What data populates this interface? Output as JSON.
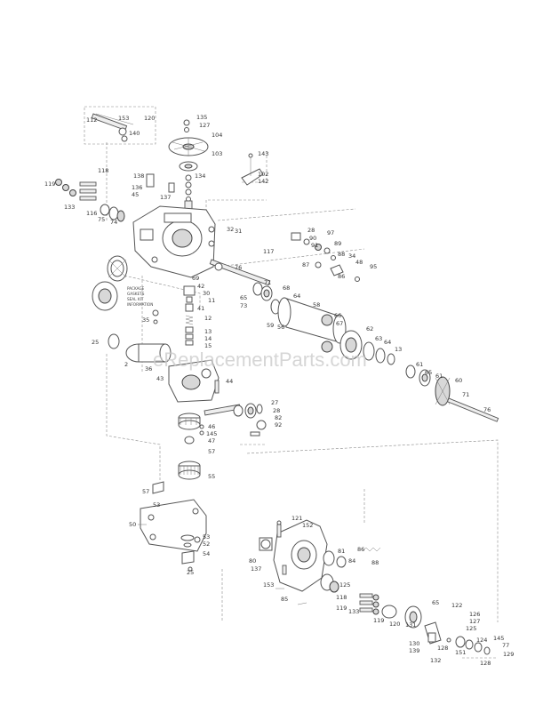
{
  "watermark": "eReplacementParts.com",
  "assembly_note": [
    "PACKAGE",
    "GASKETS",
    "SEAL KIT",
    "INFORMATION"
  ],
  "callouts": {
    "c1": "135",
    "c2": "127",
    "c3": "104",
    "c4": "103",
    "c5": "134",
    "c6": "153",
    "c7": "120",
    "c8": "112",
    "c9": "140",
    "c10": "143",
    "c11": "102",
    "c12": "142",
    "c13": "118",
    "c14": "119",
    "c15": "133",
    "c16": "116",
    "c17": "75",
    "c18": "74",
    "c19": "138",
    "c20": "136",
    "c21": "45",
    "c22": "137",
    "c23": "32",
    "c24": "31",
    "c25": "117",
    "c26": "28",
    "c27": "90",
    "c28": "91",
    "c29": "97",
    "c30": "89",
    "c31": "88",
    "c32": "87",
    "c33": "34",
    "c34": "48",
    "c35": "86",
    "c36": "95",
    "c37": "76",
    "c38": "71",
    "c39": "68",
    "c40": "64",
    "c41": "65",
    "c42": "73",
    "c43": "58",
    "c44": "59",
    "c45": "56",
    "c46": "66",
    "c47": "67",
    "c48": "69",
    "c49": "42",
    "c50": "30",
    "c51": "11",
    "c52": "41",
    "c53": "12",
    "c54": "13",
    "c55": "14",
    "c56": "15",
    "c57": "35",
    "c58": "62",
    "c59": "63",
    "c60": "64",
    "c61": "13",
    "c62": "25",
    "c63": "2",
    "c64": "36",
    "c65": "43",
    "c66": "44",
    "c67": "61",
    "c68": "65",
    "c69": "61",
    "c70": "60",
    "c71": "71",
    "c72": "76",
    "c73": "27",
    "c74": "28",
    "c75": "82",
    "c76": "92",
    "c77": "46",
    "c78": "145",
    "c79": "47",
    "c80": "57",
    "c81": "55",
    "c82": "57",
    "c83": "53",
    "c84": "50",
    "c85": "53",
    "c86": "52",
    "c87": "54",
    "c88": "25",
    "c89": "121",
    "c90": "152",
    "c91": "81",
    "c92": "84",
    "c93": "86",
    "c94": "88",
    "c95": "80",
    "c96": "137",
    "c97": "153",
    "c98": "125",
    "c99": "118",
    "c100": "85",
    "c101": "119",
    "c102": "133",
    "c103": "119",
    "c104": "120",
    "c105": "65",
    "c106": "122",
    "c107": "131",
    "c108": "126",
    "c109": "127",
    "c110": "125",
    "c111": "130",
    "c112": "139",
    "c113": "128",
    "c114": "132",
    "c115": "124",
    "c116": "151",
    "c117": "145",
    "c118": "77",
    "c119": "129",
    "c120": "128"
  }
}
